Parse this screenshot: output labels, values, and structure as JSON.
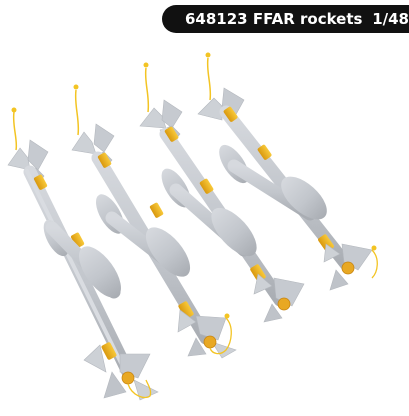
{
  "header": {
    "product_code": "648123",
    "product_name": "FFAR rockets",
    "scale": "1/48"
  },
  "colors": {
    "background": "#ffffff",
    "header_bg": "#111111",
    "header_text": "#ffffff",
    "rocket_body": "#c4c8ce",
    "rocket_shadow": "#a8acb2",
    "band_yellow": "#f2b51d",
    "wire_yellow": "#f3c423",
    "fin_grey": "#cdd1d6"
  }
}
